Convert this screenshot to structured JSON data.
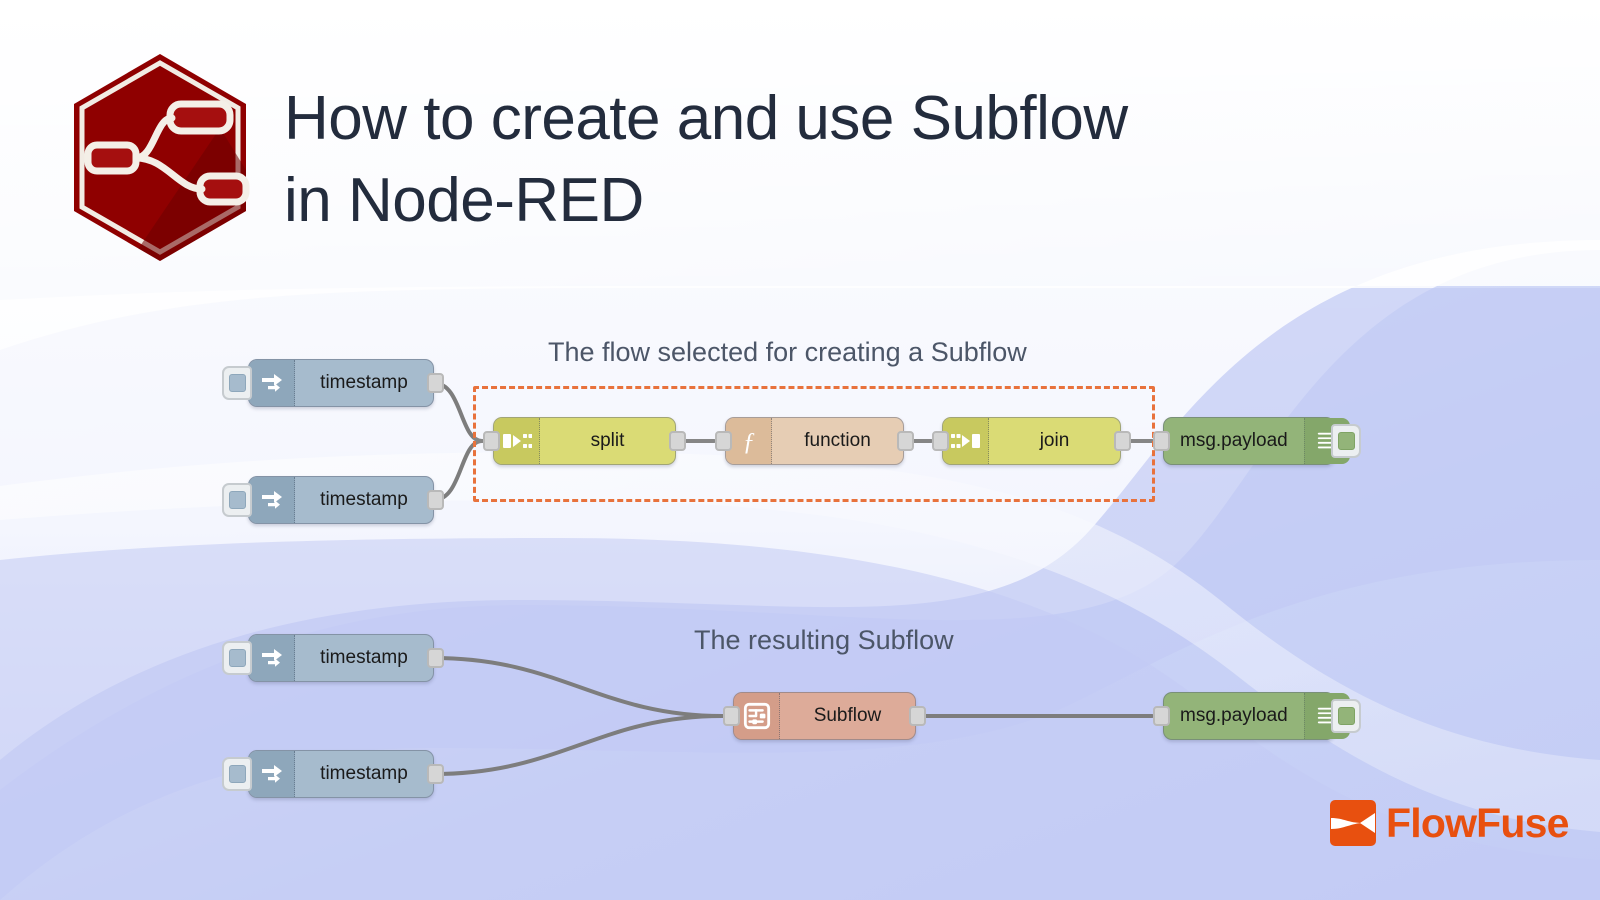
{
  "header": {
    "logo_icon": "node-red-hexagon-logo",
    "title": "How to create and use Subflow\nin Node-RED",
    "title_color": "#232c3d"
  },
  "captions": {
    "top": "The flow selected for creating a Subflow",
    "bottom": "The resulting Subflow",
    "color": "#4c5668"
  },
  "selection": {
    "label": "subflow-selection-region",
    "border_color": "#e8723c",
    "style": "dashed"
  },
  "flows": {
    "top": {
      "name": "original-flow",
      "nodes": [
        {
          "id": "inject-1",
          "type": "inject",
          "label": "timestamp",
          "icon": "inject-arrow-icon",
          "color": "#a6bbcd",
          "has_button": true,
          "ports": {
            "in": false,
            "out": true
          }
        },
        {
          "id": "inject-2",
          "type": "inject",
          "label": "timestamp",
          "icon": "inject-arrow-icon",
          "color": "#a6bbcd",
          "has_button": true,
          "ports": {
            "in": false,
            "out": true
          }
        },
        {
          "id": "split-1",
          "type": "split",
          "label": "split",
          "icon": "split-icon",
          "color": "#dadb75",
          "ports": {
            "in": true,
            "out": true
          }
        },
        {
          "id": "function-1",
          "type": "function",
          "label": "function",
          "icon": "function-f-icon",
          "color": "#e6cdb4",
          "ports": {
            "in": true,
            "out": true
          }
        },
        {
          "id": "join-1",
          "type": "join",
          "label": "join",
          "icon": "join-icon",
          "color": "#dadb75",
          "ports": {
            "in": true,
            "out": true
          }
        },
        {
          "id": "debug-1",
          "type": "debug",
          "label": "msg.payload",
          "icon": "debug-lines-icon",
          "color": "#93b479",
          "has_button": true,
          "ports": {
            "in": true,
            "out": false
          }
        }
      ]
    },
    "bottom": {
      "name": "subflow-flow",
      "nodes": [
        {
          "id": "inject-3",
          "type": "inject",
          "label": "timestamp",
          "icon": "inject-arrow-icon",
          "color": "#a6bbcd",
          "has_button": true,
          "ports": {
            "in": false,
            "out": true
          }
        },
        {
          "id": "inject-4",
          "type": "inject",
          "label": "timestamp",
          "icon": "inject-arrow-icon",
          "color": "#a6bbcd",
          "has_button": true,
          "ports": {
            "in": false,
            "out": true
          }
        },
        {
          "id": "subflow-1",
          "type": "subflow",
          "label": "Subflow",
          "icon": "subflow-icon",
          "color": "#ddab99",
          "ports": {
            "in": true,
            "out": true
          }
        },
        {
          "id": "debug-2",
          "type": "debug",
          "label": "msg.payload",
          "icon": "debug-lines-icon",
          "color": "#93b479",
          "has_button": true,
          "ports": {
            "in": true,
            "out": false
          }
        }
      ]
    }
  },
  "brand": {
    "name": "FlowFuse",
    "mark_icon": "flowfuse-mark-icon",
    "color": "#e8500f"
  },
  "theme": {
    "background_top": "#e8ecfb",
    "background_bottom": "#c3ccf5",
    "wave_color": "#ffffff",
    "wire_color": "#7d7d7d"
  }
}
